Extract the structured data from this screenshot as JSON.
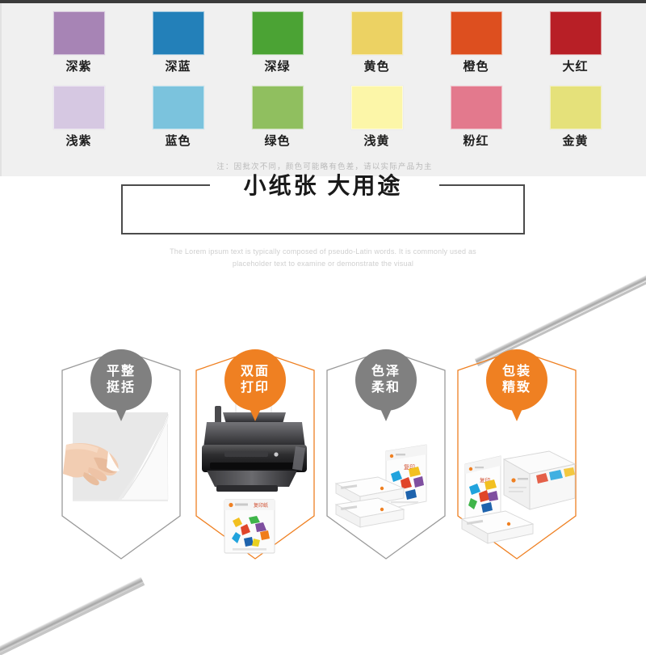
{
  "page": {
    "background": "#ffffff",
    "panel_background": "#f0f0f0",
    "accent_orange": "#ef8022",
    "accent_gray": "#808080"
  },
  "color_chart": {
    "note": "注：因批次不同，颜色可能略有色差，请以实际产品为主",
    "swatches": [
      {
        "label": "深紫",
        "hex": "#a784b5"
      },
      {
        "label": "深蓝",
        "hex": "#2380b9"
      },
      {
        "label": "深绿",
        "hex": "#4ba334"
      },
      {
        "label": "黄色",
        "hex": "#ecd263"
      },
      {
        "label": "橙色",
        "hex": "#dd4f1f"
      },
      {
        "label": "大红",
        "hex": "#b81f26"
      },
      {
        "label": "浅紫",
        "hex": "#d6c8e2"
      },
      {
        "label": "蓝色",
        "hex": "#7bc3dd"
      },
      {
        "label": "绿色",
        "hex": "#90bf5f"
      },
      {
        "label": "浅黄",
        "hex": "#fcf6a8"
      },
      {
        "label": "粉红",
        "hex": "#e3798d"
      },
      {
        "label": "金黄",
        "hex": "#e5e17a"
      }
    ]
  },
  "headline": {
    "title": "小纸张 大用途",
    "subtitle": "The Lorem ipsum text is typically composed of pseudo-Latin words. It is commonly used as placeholder text to examine or demonstrate the visual"
  },
  "features": [
    {
      "badge_line1": "平整",
      "badge_line2": "挺括",
      "style": "gray",
      "illustration": "hand-holding-paper-sheet"
    },
    {
      "badge_line1": "双面",
      "badge_line2": "打印",
      "style": "orange",
      "illustration": "inkjet-printer-with-paper-ream"
    },
    {
      "badge_line1": "色泽",
      "badge_line2": "柔和",
      "style": "gray",
      "illustration": "stacked-paper-reams"
    },
    {
      "badge_line1": "包装",
      "badge_line2": "精致",
      "style": "orange",
      "illustration": "carton-box-with-paper-reams"
    }
  ],
  "decorations": {
    "top_rule_color": "#3b3b3b",
    "diagonal_bar_top_right": "silver-diagonal-bar",
    "diagonal_bar_bottom_left": "silver-diagonal-bar"
  }
}
